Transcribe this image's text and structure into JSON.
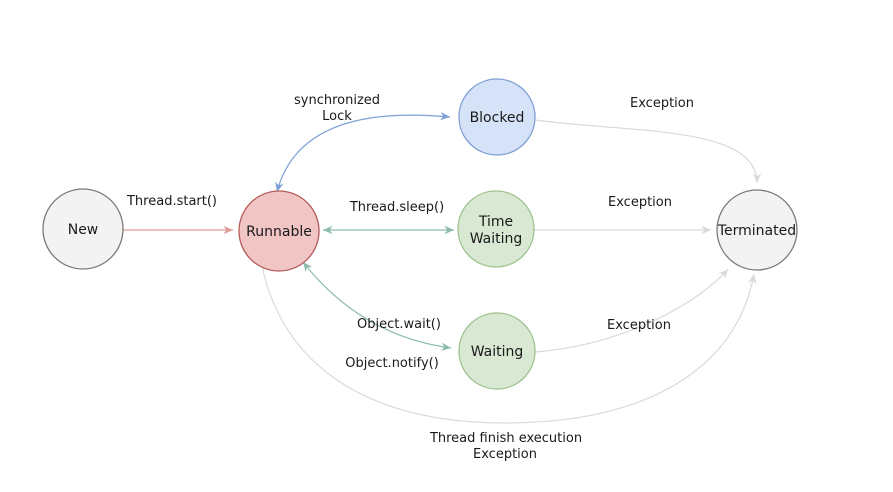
{
  "diagram": {
    "kind": "thread-state-diagram",
    "background": "#ffffff",
    "text_color": "#1a1a1a"
  },
  "states": {
    "new": {
      "label": "New",
      "fill": "#f3f3f3",
      "stroke": "#7a7a7a"
    },
    "runnable": {
      "label": "Runnable",
      "fill": "#f1c5c4",
      "stroke": "#b35b58"
    },
    "blocked": {
      "label": "Blocked",
      "fill": "#d6e2f7",
      "stroke": "#7d9fd6"
    },
    "time_waiting": {
      "label_line1": "Time",
      "label_line2": "Waiting",
      "fill": "#d9e8d3",
      "stroke": "#9dc28d"
    },
    "waiting": {
      "label": "Waiting",
      "fill": "#d9e8d3",
      "stroke": "#9dc28d"
    },
    "terminated": {
      "label": "Terminated",
      "fill": "#f3f3f3",
      "stroke": "#7a7a7a"
    }
  },
  "transitions": {
    "start": {
      "from": "New",
      "to": "Runnable",
      "label": "Thread.start()",
      "color": "#e09a98",
      "bidirectional": false
    },
    "lock": {
      "from": "Runnable",
      "to": "Blocked",
      "label_line1": "synchronized",
      "label_line2": "Lock",
      "color": "#7d9fd6",
      "bidirectional": true
    },
    "sleep": {
      "from": "Runnable",
      "to": "Time Waiting",
      "label": "Thread.sleep()",
      "color": "#8ebbb0",
      "bidirectional": true
    },
    "wait_notify": {
      "from": "Runnable",
      "to": "Waiting",
      "label_wait": "Object.wait()",
      "label_notify": "Object.notify()",
      "color": "#8ebbb0",
      "bidirectional": true
    },
    "exc_blocked": {
      "from": "Blocked",
      "to": "Terminated",
      "label": "Exception",
      "color": "#d9d9d9",
      "bidirectional": false
    },
    "exc_time_waiting": {
      "from": "Time Waiting",
      "to": "Terminated",
      "label": "Exception",
      "color": "#d9d9d9",
      "bidirectional": false
    },
    "exc_waiting": {
      "from": "Waiting",
      "to": "Terminated",
      "label": "Exception",
      "color": "#d9d9d9",
      "bidirectional": false
    },
    "finish": {
      "from": "Runnable",
      "to": "Terminated",
      "label_line1": "Thread finish execution",
      "label_line2": "Exception",
      "color": "#d9d9d9",
      "bidirectional": false
    }
  }
}
